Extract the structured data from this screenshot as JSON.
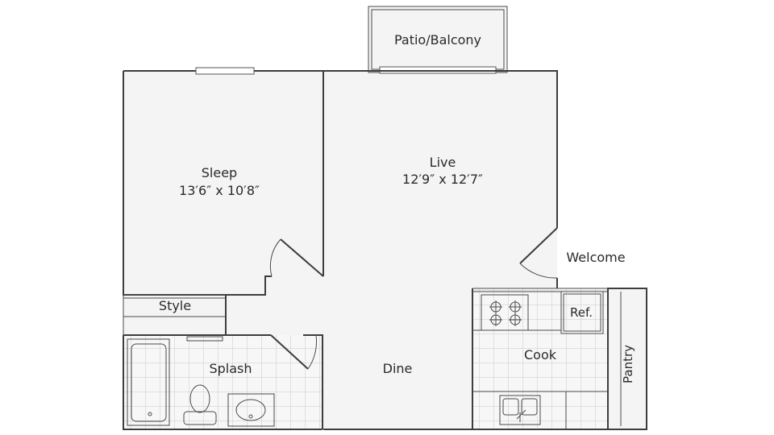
{
  "rooms": {
    "patio": {
      "name": "Patio/Balcony"
    },
    "sleep": {
      "name": "Sleep",
      "dims": "13′6″ x 10′8″"
    },
    "live": {
      "name": "Live",
      "dims": "12′9″ x 12′7″"
    },
    "welcome": {
      "name": "Welcome"
    },
    "style": {
      "name": "Style"
    },
    "splash": {
      "name": "Splash"
    },
    "dine": {
      "name": "Dine"
    },
    "cook": {
      "name": "Cook"
    },
    "ref": {
      "name": "Ref."
    },
    "pantry": {
      "name": "Pantry"
    }
  },
  "colors": {
    "wall": "#3d3d3d",
    "floor": "#f3f4f3",
    "tile_line": "#c9c9c9"
  }
}
